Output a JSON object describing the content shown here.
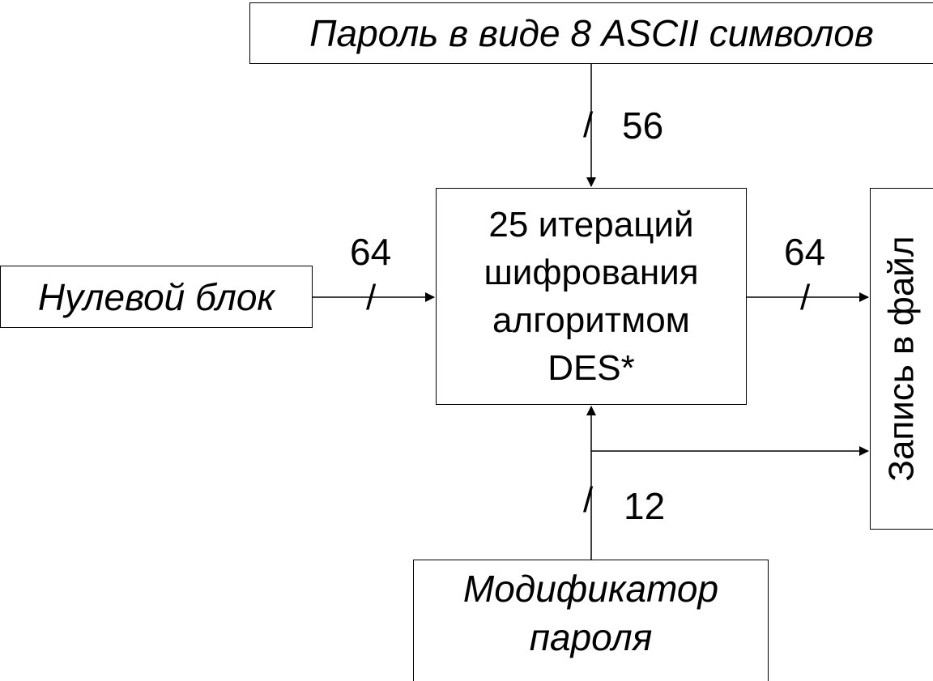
{
  "boxes": {
    "password": "Пароль в виде 8 ASCII символов",
    "zero_block": "Нулевой блок",
    "des": [
      "25 итераций",
      "шифрования",
      "алгоритмом",
      "DES*"
    ],
    "modifier": [
      "Модификатор",
      "пароля"
    ],
    "file": "Запись в файл"
  },
  "labels": {
    "slash": "/",
    "password_bits": "56",
    "zero_block_bits": "64",
    "output_bits": "64",
    "modifier_bits": "12"
  }
}
